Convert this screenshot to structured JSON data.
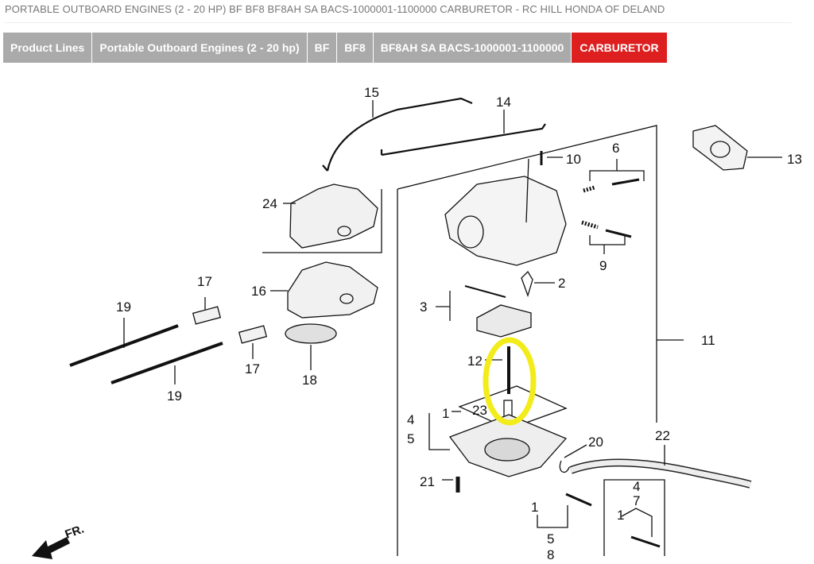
{
  "page": {
    "title": "PORTABLE OUTBOARD ENGINES (2 - 20 HP) BF BF8 BF8AH SA BACS-1000001-1100000 CARBURETOR - RC HILL HONDA OF DELAND"
  },
  "breadcrumb": [
    {
      "label": "Product Lines",
      "active": false
    },
    {
      "label": "Portable Outboard Engines (2 - 20 hp)",
      "active": false
    },
    {
      "label": "BF",
      "active": false
    },
    {
      "label": "BF8",
      "active": false
    },
    {
      "label": "BF8AH SA BACS-1000001-1100000",
      "active": false
    },
    {
      "label": "CARBURETOR",
      "active": true
    }
  ],
  "diagram": {
    "callouts": {
      "c1a": "1",
      "c1b": "1",
      "c1c": "1",
      "c2": "2",
      "c3": "3",
      "c4a": "4",
      "c4b": "4",
      "c5a": "5",
      "c5b": "5",
      "c6": "6",
      "c7": "7",
      "c8": "8",
      "c9": "9",
      "c10": "10",
      "c11": "11",
      "c12": "12",
      "c13": "13",
      "c14": "14",
      "c15": "15",
      "c16": "16",
      "c17a": "17",
      "c17b": "17",
      "c18": "18",
      "c19a": "19",
      "c19b": "19",
      "c20": "20",
      "c21": "21",
      "c22": "22",
      "c23": "23",
      "c24": "24"
    },
    "direction_label": "FR.",
    "highlight_color": "#f2ec1a"
  }
}
